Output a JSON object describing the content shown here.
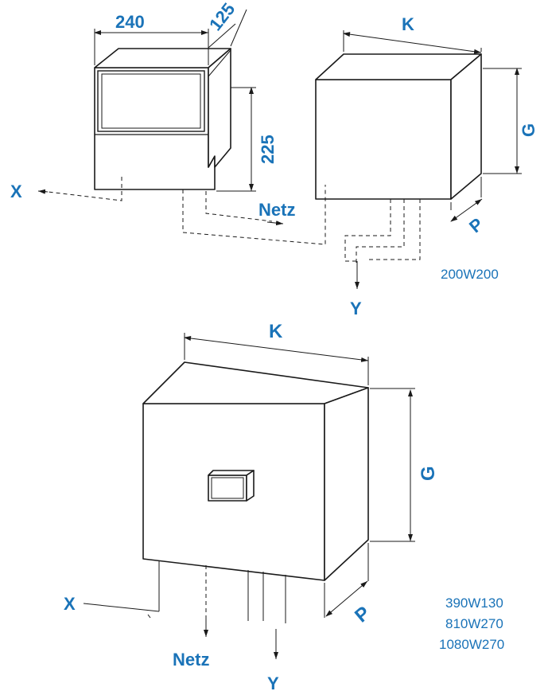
{
  "labels": {
    "width_controller": "240",
    "depth_controller": "125",
    "height_controller": "225",
    "k_top": "K",
    "g_top": "G",
    "p_top": "P",
    "k_bottom": "K",
    "g_bottom": "G",
    "p_bottom": "P",
    "x_top": "X",
    "y_top": "Y",
    "netz_top": "Netz",
    "x_bottom": "X",
    "y_bottom": "Y",
    "netz_bottom": "Netz"
  },
  "models": {
    "top": [
      "200W200"
    ],
    "bottom": [
      "390W130",
      "810W270",
      "1080W270"
    ]
  },
  "colors": {
    "label": "#1a73b8",
    "line": "#1a1a1a"
  }
}
